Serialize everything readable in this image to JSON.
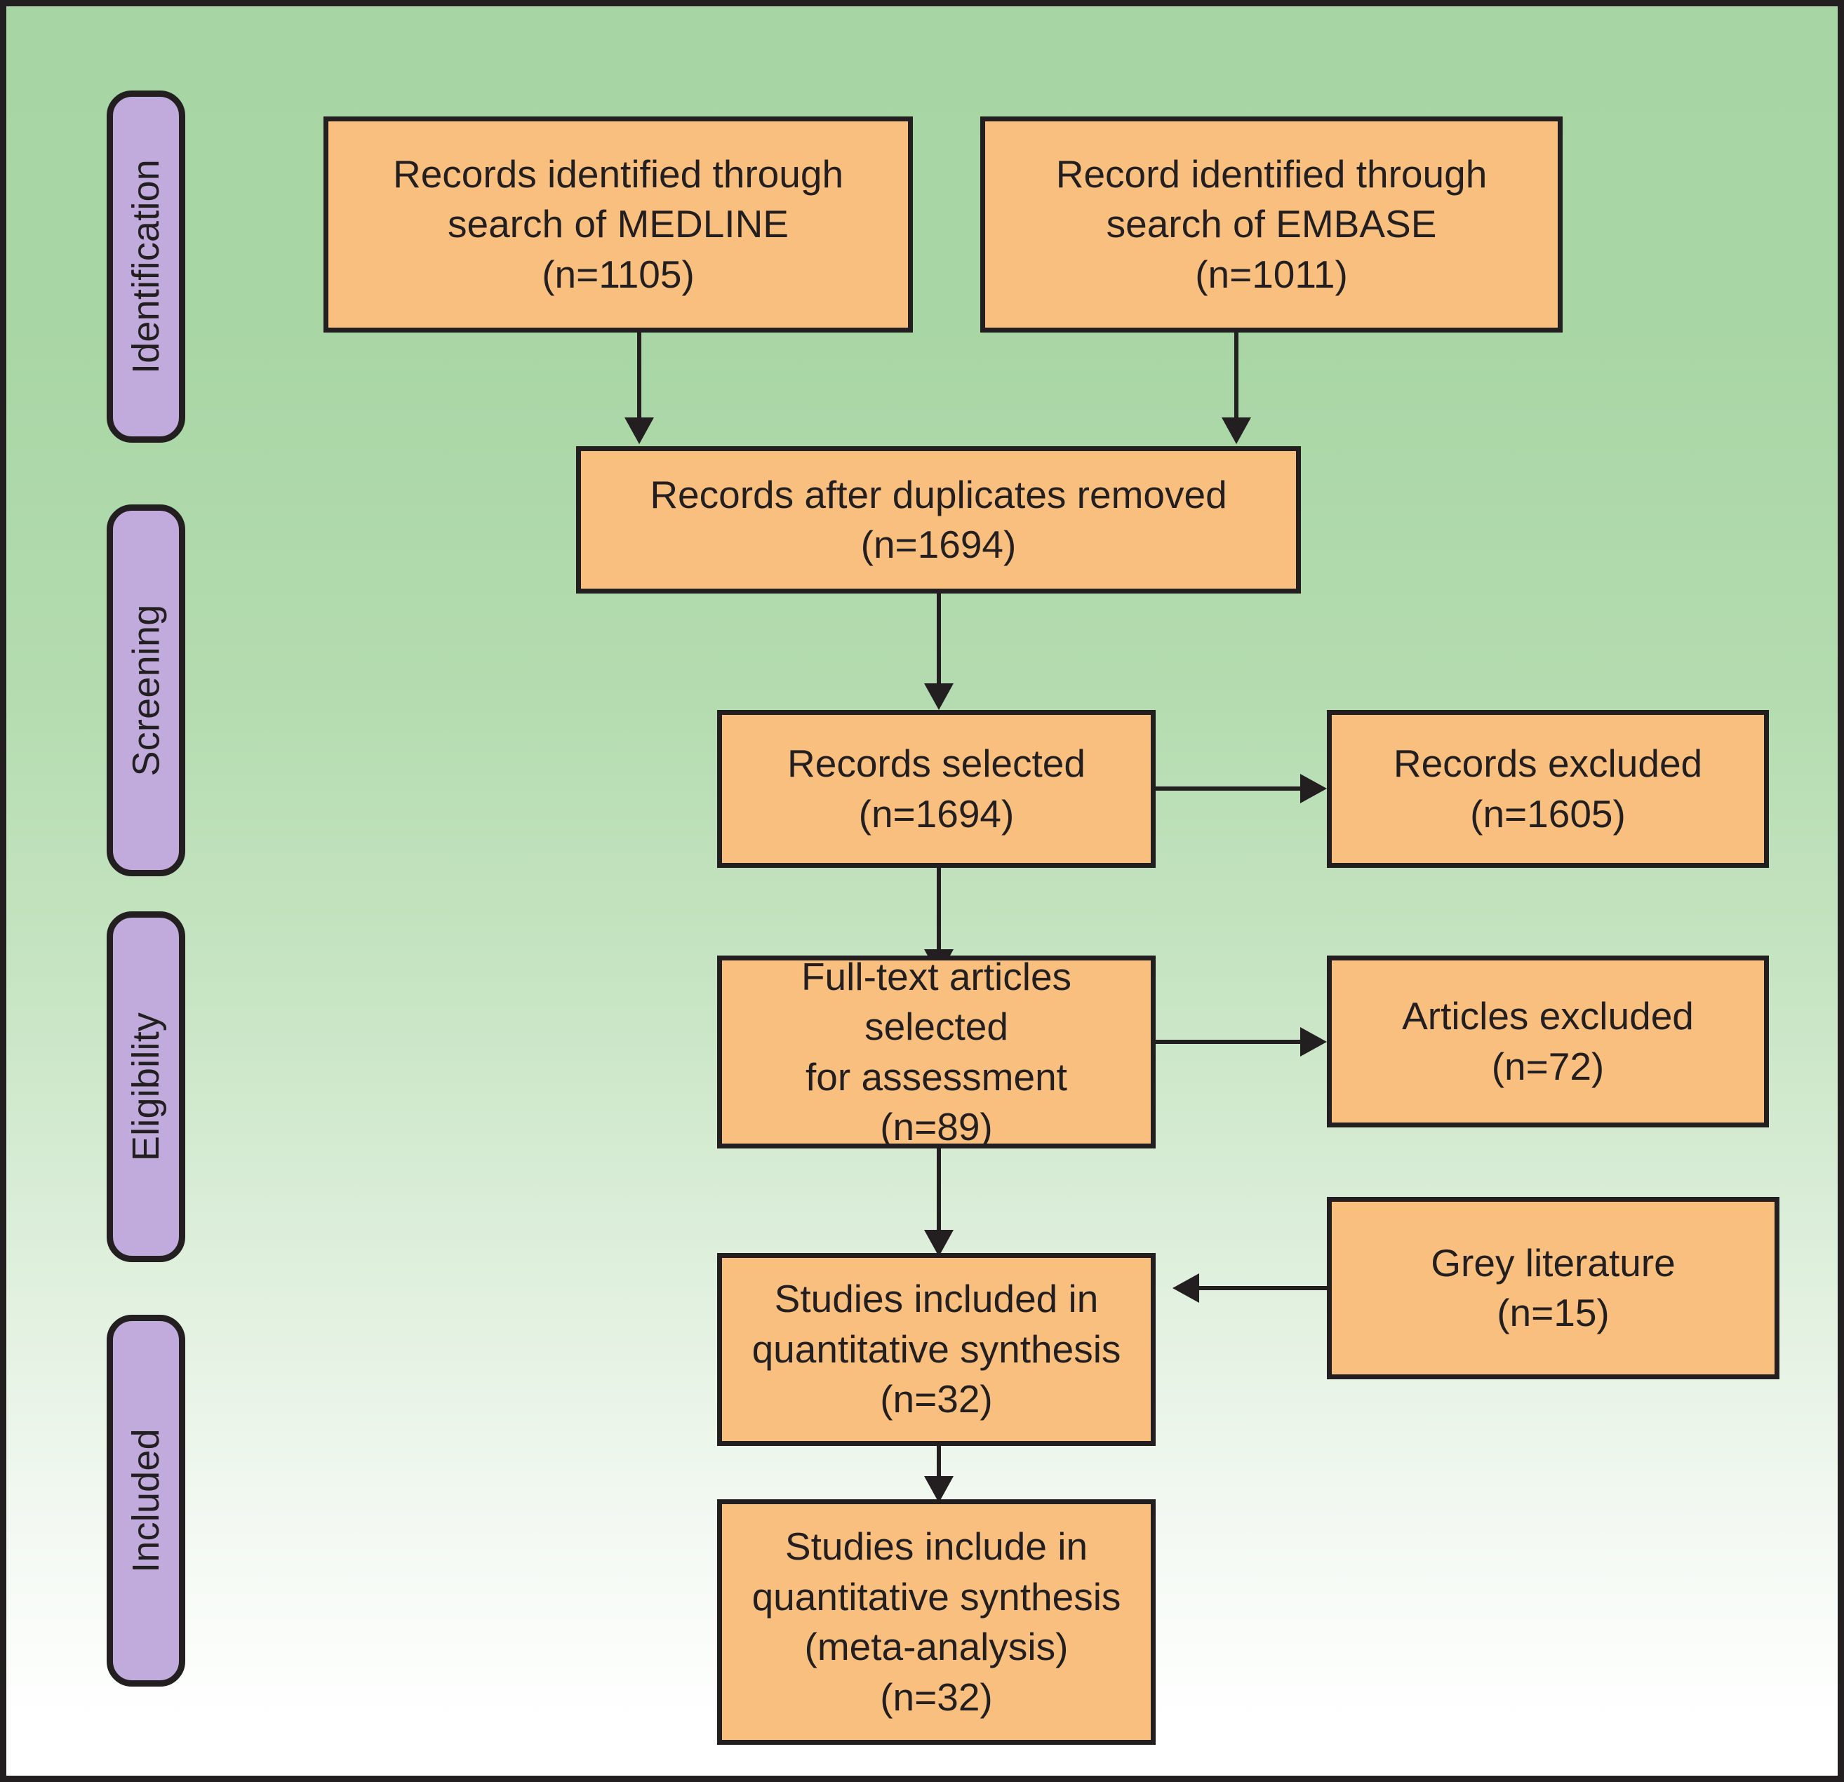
{
  "diagram": {
    "type": "prisma-flow-diagram",
    "colors": {
      "background_top": "#a8d5a4",
      "background_bottom": "#ffffff",
      "box_fill": "#f9bf7f",
      "box_border": "#231f20",
      "stage_tab_fill": "#c0abdc",
      "stage_tab_border": "#231f20",
      "text": "#231f20"
    },
    "stages": [
      {
        "id": "identification",
        "label": "Identification"
      },
      {
        "id": "screening",
        "label": "Screening"
      },
      {
        "id": "eligibility",
        "label": "Eligibility"
      },
      {
        "id": "included",
        "label": "Included"
      }
    ],
    "boxes": [
      {
        "id": "medline",
        "stage": "identification",
        "text": "Records identified through\nsearch of MEDLINE\n(n=1105)",
        "count": 1105,
        "source": "MEDLINE"
      },
      {
        "id": "embase",
        "stage": "identification",
        "text": "Record identified through\nsearch of EMBASE\n(n=1011)",
        "count": 1011,
        "source": "EMBASE"
      },
      {
        "id": "duplicates-removed",
        "stage": "screening",
        "text": "Records after duplicates removed\n(n=1694)",
        "count": 1694
      },
      {
        "id": "records-selected",
        "stage": "screening",
        "text": "Records selected\n(n=1694)",
        "count": 1694
      },
      {
        "id": "records-excluded",
        "stage": "screening",
        "text": "Records excluded\n(n=1605)",
        "count": 1605
      },
      {
        "id": "fulltext-selected",
        "stage": "eligibility",
        "text": "Full-text articles selected\nfor assessment\n(n=89)",
        "count": 89
      },
      {
        "id": "articles-excluded",
        "stage": "eligibility",
        "text": "Articles excluded\n(n=72)",
        "count": 72
      },
      {
        "id": "studies-included",
        "stage": "included",
        "text": "Studies included in\nquantitative synthesis\n(n=32)",
        "count": 32
      },
      {
        "id": "grey-literature",
        "stage": "included",
        "text": "Grey literature\n(n=15)",
        "count": 15
      },
      {
        "id": "meta-analysis",
        "stage": "included",
        "text": "Studies include in\nquantitative synthesis\n(meta-analysis)\n(n=32)",
        "count": 32
      }
    ],
    "connections": [
      {
        "from": "medline",
        "to": "duplicates-removed",
        "direction": "down"
      },
      {
        "from": "embase",
        "to": "duplicates-removed",
        "direction": "down"
      },
      {
        "from": "duplicates-removed",
        "to": "records-selected",
        "direction": "down"
      },
      {
        "from": "records-selected",
        "to": "records-excluded",
        "direction": "right"
      },
      {
        "from": "records-selected",
        "to": "fulltext-selected",
        "direction": "down"
      },
      {
        "from": "fulltext-selected",
        "to": "articles-excluded",
        "direction": "right"
      },
      {
        "from": "fulltext-selected",
        "to": "studies-included",
        "direction": "down"
      },
      {
        "from": "grey-literature",
        "to": "studies-included",
        "direction": "left"
      },
      {
        "from": "studies-included",
        "to": "meta-analysis",
        "direction": "down"
      }
    ]
  }
}
